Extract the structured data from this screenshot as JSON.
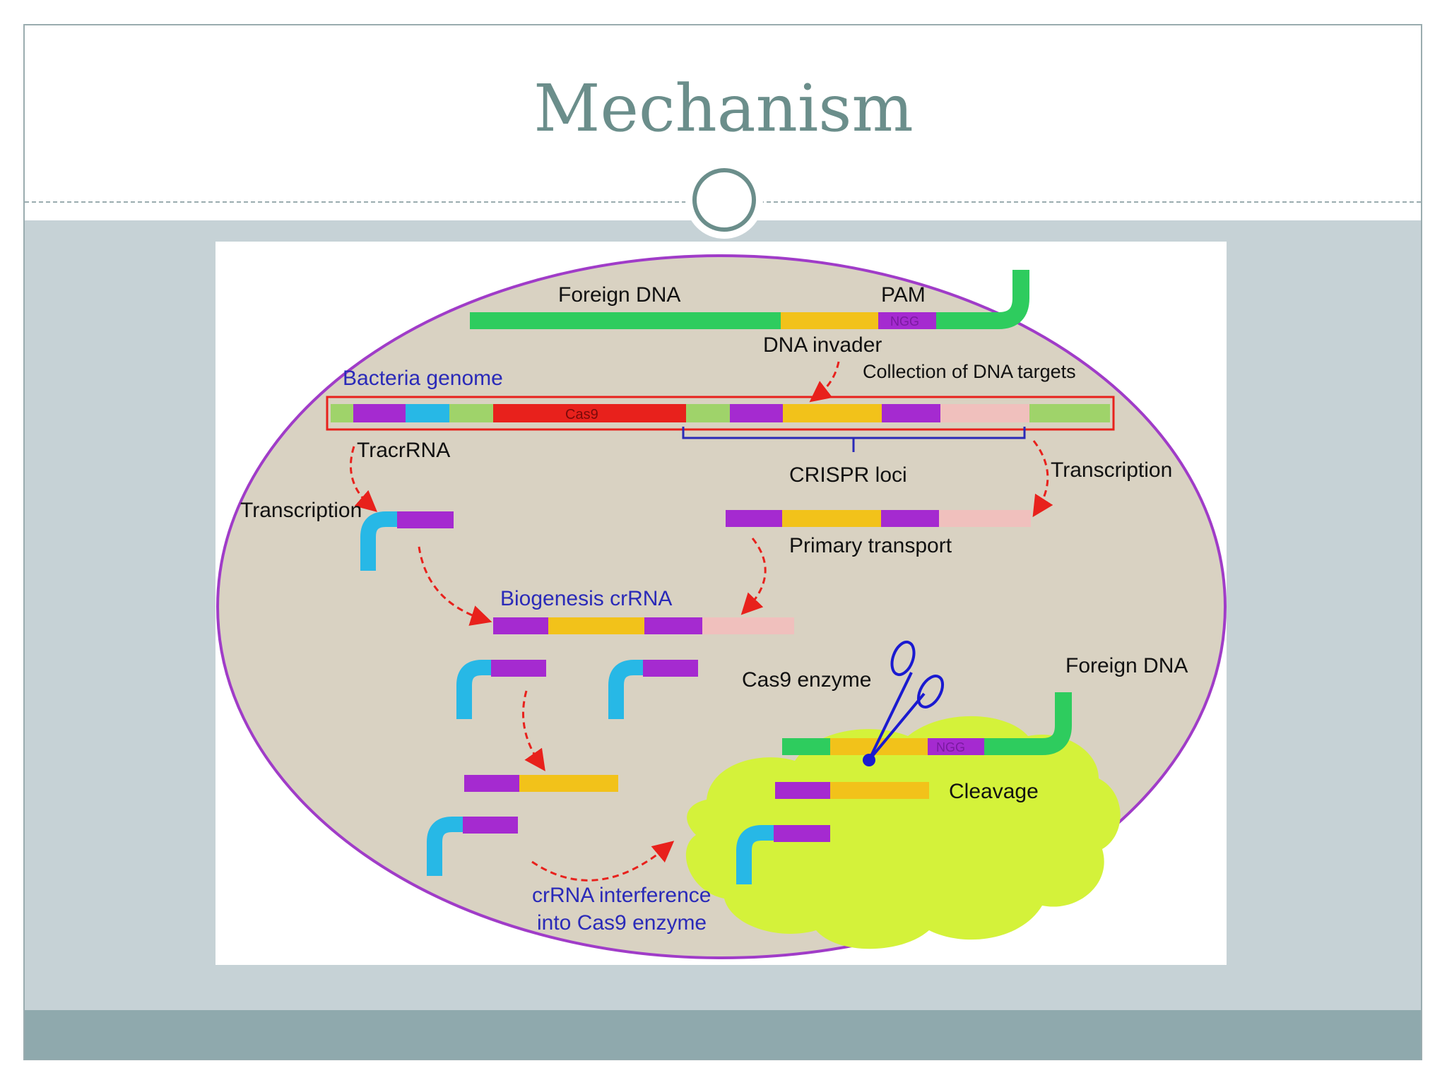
{
  "slide": {
    "title": "Mechanism"
  },
  "diagram": {
    "foreign_dna_top": "Foreign DNA",
    "pam": "PAM",
    "ngg_top": "NGG",
    "dna_invader": "DNA invader",
    "collection": "Collection of DNA targets",
    "bacteria_genome": "Bacteria genome",
    "cas9_gene": "Cas9",
    "tracrrna": "TracrRNA",
    "crispr_loci": "CRISPR loci",
    "transcription_right": "Transcription",
    "transcription_left": "Transcription",
    "primary_transport": "Primary transport",
    "biogenesis": "Biogenesis crRNA",
    "cas9_enzyme": "Cas9 enzyme",
    "foreign_dna_bottom": "Foreign DNA",
    "ngg_bottom": "NGG",
    "cleavage": "Cleavage",
    "interference_line1": "crRNA interference",
    "interference_line2": "into Cas9 enzyme"
  },
  "colors": {
    "title": "#6b8e8b",
    "cell_fill": "#d9d2c2",
    "cell_border": "#a03cc8",
    "dna_green": "#2ecc5e",
    "yellow": "#f2c21a",
    "purple": "#a52ad0",
    "cyan": "#27b8e6",
    "light_green": "#9fd36a",
    "red": "#e8211c",
    "pink": "#f0c0bd",
    "blob": "#d4f23a",
    "arrow": "#e8211c",
    "blue_label": "#2a2ab8"
  }
}
